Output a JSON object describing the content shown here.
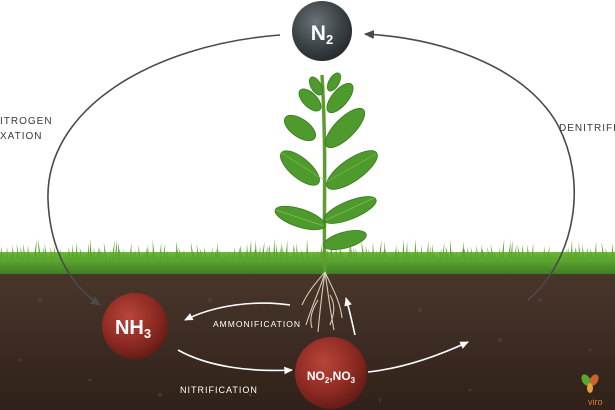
{
  "nodes": {
    "n2": {
      "base": "N",
      "sub": "2"
    },
    "nh3": {
      "base": "NH",
      "sub": "3"
    },
    "no": {
      "p1": "NO",
      "s1": "2",
      "p2": ",NO",
      "s2": "3"
    }
  },
  "processes": {
    "fixation_line1": "ITROGEN",
    "fixation_line2": "XATION",
    "denitrification": "DENITRIFI",
    "ammonification": "AMMONIFICATION",
    "nitrification": "NITRIFICATION"
  },
  "brand": {
    "text": "viro"
  },
  "colors": {
    "sky": "#ffffff",
    "soil_dark": "#3b2b22",
    "soil_light": "#5a4336",
    "grass": "#4f9a2a",
    "n2_circle": "#3c4346",
    "soil_circle": "#8e2a22",
    "arrow_sky": "#4a4a4a",
    "arrow_soil": "#ffffff"
  },
  "icons": [
    "plant-icon",
    "leaf-logo-icon"
  ]
}
